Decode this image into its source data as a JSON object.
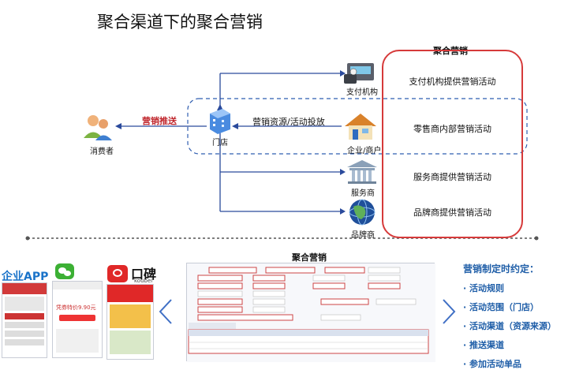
{
  "title": "聚合渠道下的聚合营销",
  "diagram": {
    "consumer": "消费者",
    "marketing_push": "营销推送",
    "store": "门店",
    "resource_label": "营销资源/活动投放",
    "payment": "支付机构",
    "merchant": "企业/商户",
    "service": "服务商",
    "brand": "品牌商",
    "panel_title": "聚合营销",
    "panel_items": [
      "支付机构提供营销活动",
      "零售商内部营销活动",
      "服务商提供营销活动",
      "品牌商提供营销活动"
    ]
  },
  "bottom": {
    "title": "聚合营销",
    "app_labels": [
      "企业APP",
      "口碑"
    ],
    "app_sub": "koubei",
    "phone_price": "凭券特价9.90元",
    "agreement_title": "营销制定时约定：",
    "agreement_items": [
      "活动规则",
      "活动范围（门店）",
      "活动渠道（资源来源）",
      "推送渠道",
      "参加活动单品"
    ]
  },
  "colors": {
    "accent_red": "#c0272d",
    "accent_blue": "#1f5ea8",
    "line_blue": "#2a4a9c"
  }
}
